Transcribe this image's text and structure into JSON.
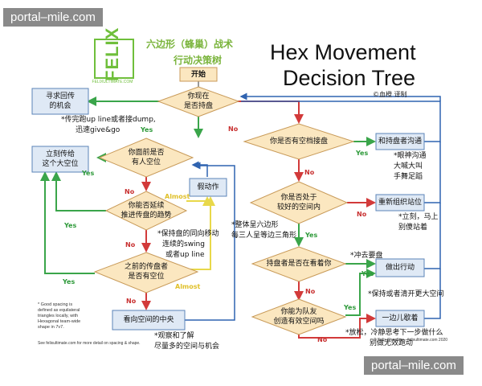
{
  "watermarks": {
    "top": "portal–mile.com",
    "bottom": "portal–mile.com"
  },
  "logo": {
    "text": "FELIX",
    "url": "FELIXULTIMATE.COM"
  },
  "title": {
    "cn_line1": "六边形（蜂巢）战术",
    "cn_line2": "行动决策树",
    "en_line1": "Hex Movement",
    "en_line2": "Decision Tree",
    "translator": "©血橙 译制"
  },
  "nodes": {
    "start": "开始",
    "q_holding": [
      "你现在",
      "是否持盘"
    ],
    "q_space_front": [
      "你面前是否",
      "有人空位"
    ],
    "q_continue": [
      "你能否延续",
      "推进传盘的趋势"
    ],
    "q_prev": [
      "之前的传盘者",
      "是否有空位"
    ],
    "q_space_for": [
      "你是否有空档接盘"
    ],
    "q_good_space": [
      "你是否处于",
      "较好的空间内"
    ],
    "q_watching": [
      "持盘者是否在看着你"
    ],
    "q_create": [
      "你能为队友",
      "创造有效空间吗"
    ],
    "a_seek": [
      "寻求回传",
      "的机会"
    ],
    "a_give": [
      "立刻传给",
      "这个大空位"
    ],
    "a_fake": [
      "假动作"
    ],
    "a_middle": [
      "看向空间的中央"
    ],
    "a_comm": [
      "和持盘者沟通"
    ],
    "a_reposition": [
      "重新组织站位"
    ],
    "a_cut": [
      "做出行动"
    ],
    "a_aside": [
      "一边儿歇着"
    ]
  },
  "notes": {
    "n_give": [
      "*传完跑up line或者接dump,",
      "迅速give&go"
    ],
    "n_swing": [
      "*保持盘的同向移动",
      "连续的swing",
      "或者up line"
    ],
    "n_observe": [
      "*观察和了解",
      "尽量多的空间与机会"
    ],
    "n_hex": [
      "*整体呈六边形",
      "每三人呈等边三角形"
    ],
    "n_eye": [
      "*眼神沟通",
      "大喊大叫",
      "手舞足蹈"
    ],
    "n_now": [
      "*立刻，马上",
      "别傻站着"
    ],
    "n_cut": [
      "*冲去要盘"
    ],
    "n_clear": [
      "*保持或者清开更大空间"
    ],
    "n_relax": [
      "*放松，冷静思考下一步做什么",
      "别做无效跑动"
    ]
  },
  "labels": {
    "yes": "Yes",
    "no": "No",
    "almost": "Almost"
  },
  "footnote": [
    "* Good spacing is",
    "defined as equilateral",
    "triangles locally, with",
    "Hexagonal team-wide",
    "shape in 7v7."
  ],
  "see_more": "See felixultimate.com for more detail on spacing & shape.",
  "credit": "© Felix Shardlow - felixultimate.com 2020",
  "colors": {
    "node_fill": "#fbe7c0",
    "node_stroke": "#c89a58",
    "action_fill": "#dfe9f5",
    "action_stroke": "#5b84b8",
    "arrow_red": "#d23a3a",
    "arrow_green": "#3aa54a",
    "arrow_yellow": "#e8d84a",
    "arrow_blue": "#2f63b0"
  }
}
